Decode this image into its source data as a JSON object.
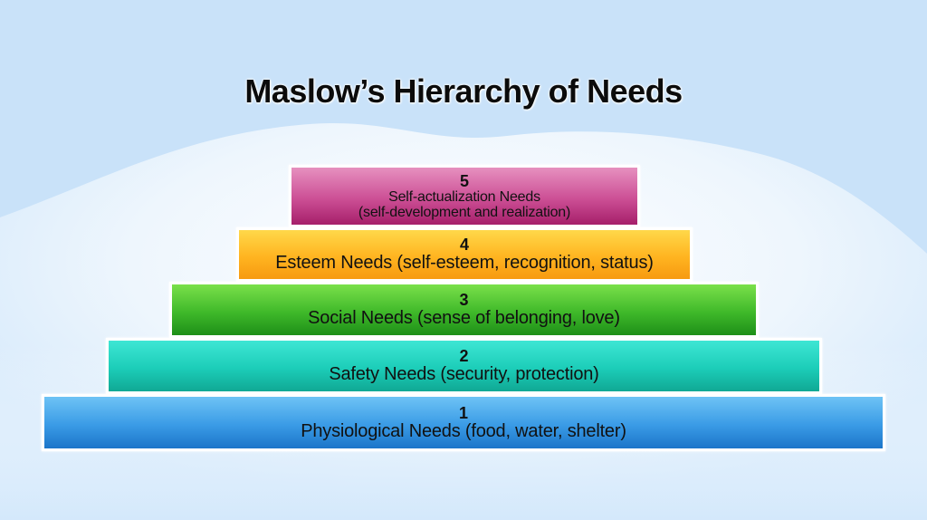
{
  "title": "Maslow’s Hierarchy of Needs",
  "levels": [
    {
      "number": "1",
      "label": "Physiological Needs (food, water, shelter)",
      "color": "#3a9be6"
    },
    {
      "number": "2",
      "label": "Safety Needs (security, protection)",
      "color": "#1ccdb8"
    },
    {
      "number": "3",
      "label": "Social Needs (sense of belonging, love)",
      "color": "#3fb92a"
    },
    {
      "number": "4",
      "label": "Esteem Needs (self-esteem, recognition, status)",
      "color": "#ffb420"
    },
    {
      "number": "5",
      "label_line1": "Self-actualization Needs",
      "label_line2": "(self-development and realization)",
      "color": "#cc4f95"
    }
  ],
  "background_color": "#c9e2f9"
}
